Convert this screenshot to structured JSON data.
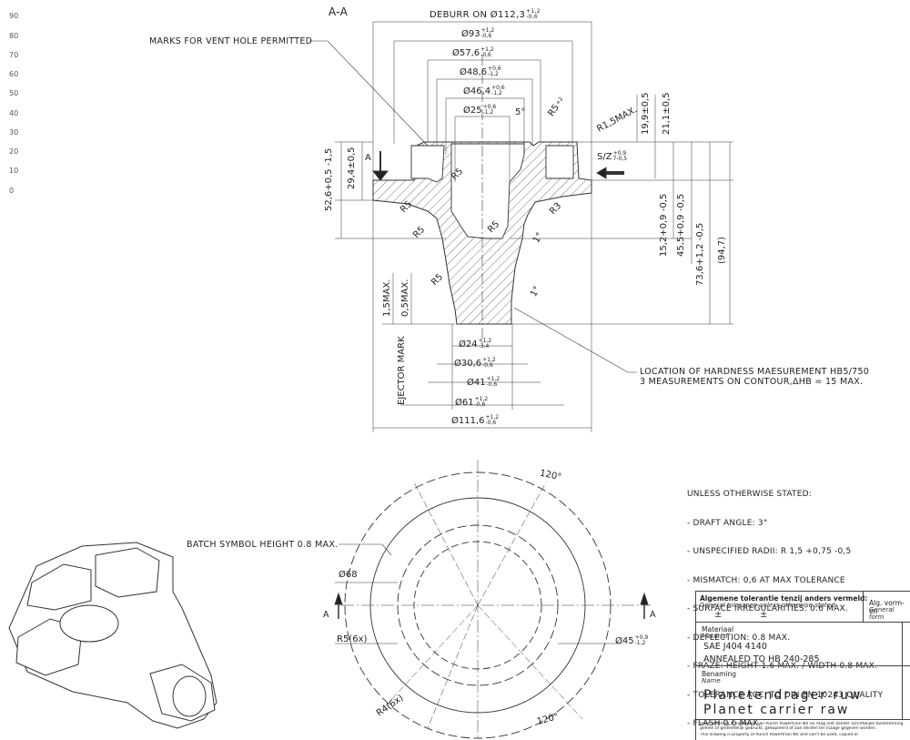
{
  "ruler": [
    "90",
    "80",
    "70",
    "60",
    "50",
    "40",
    "30",
    "20",
    "10",
    "0"
  ],
  "section": {
    "title": "A-A",
    "marker": "A",
    "marker_right": "A"
  },
  "callouts": {
    "vent_hole": "MARKS FOR VENT HOLE PERMITTED",
    "deburr": "DEBURR ON Ø112,3",
    "deburr_tol": [
      "+1,2",
      "-0,6"
    ],
    "r15max": "R1,5MAX.",
    "r5_2": "R5",
    "r5_2_sup": "+2",
    "five_deg": "5°",
    "sz": "S/Z",
    "sz_tol": [
      "+0,9",
      "7-0,5"
    ],
    "batch": "BATCH SYMBOL HEIGHT 0.8 MAX.",
    "ejector": "EJECTOR MARK",
    "hardness_1": "LOCATION OF HARDNESS MAESUREMENT HB5/750",
    "hardness_2": "3 MEASUREMENTS ON CONTOUR,ΔHB = 15 MAX."
  },
  "top_dims": [
    {
      "text": "Ø93",
      "tol": [
        "+1,2",
        "-0,6"
      ]
    },
    {
      "text": "Ø57,6",
      "tol": [
        "+1,2",
        "-0,6"
      ]
    },
    {
      "text": "Ø48,6",
      "tol": [
        "+0,6",
        "-1,2"
      ]
    },
    {
      "text": "Ø46,4",
      "tol": [
        "+0,6",
        "-1,2"
      ]
    },
    {
      "text": "Ø25",
      "tol": [
        "+0,6",
        "-1,2"
      ]
    }
  ],
  "bottom_dims": [
    {
      "text": "Ø24",
      "tol": [
        "+1,2",
        "-3,4"
      ]
    },
    {
      "text": "Ø30,6",
      "tol": [
        "+1,2",
        "-0,6"
      ]
    },
    {
      "text": "Ø41",
      "tol": [
        "+1,2",
        "-0,6"
      ]
    },
    {
      "text": "Ø61",
      "tol": [
        "+1,2",
        "-0,6"
      ]
    },
    {
      "text": "Ø111,6",
      "tol": [
        "+1,2",
        "-0,6"
      ]
    }
  ],
  "vertical_dims": {
    "v52": "52,6+0,5 -1,5",
    "v29": "29,4±0,5",
    "v19": "19,9±0,5",
    "v21": "21,1±0,5",
    "v15": "15,2+0,9 -0,5",
    "v45": "45,5+0,9 -0,5",
    "v73": "73,6+1,2 -0,5",
    "v94": "(94,7)",
    "v15max": "1,5MAX.",
    "v05max": "0,5MAX."
  },
  "radii": [
    "R5",
    "R5",
    "R5",
    "R5",
    "R3",
    "R5"
  ],
  "angles": [
    "1°",
    "1°"
  ],
  "plan": {
    "angle_top": "120°",
    "angle_bottom": "120°",
    "d68": "Ø68",
    "r5": "R5(6x)",
    "r4": "R4(6x)",
    "d45": "Ø45",
    "d45_tol": [
      "+0,9",
      "-1,2"
    ]
  },
  "notes": {
    "heading": "UNLESS OTHERWISE STATED:",
    "items": [
      "- DRAFT ANGLE: 3°",
      "- UNSPECIFIED RADII: R 1,5 +0,75 -0,5",
      "- MISMATCH: 0,6 AT MAX TOLERANCE",
      "- SURFACE IRREGULARITIES: 0.6 MAX.",
      "- DEFLECTION: 0.8 MAX.",
      "- FRAZE: HEIGHT 1.6 MAX. / WIDTH 0.8 MAX.",
      "- TOLERANCE ACC. TO DIN EN 10243 QUALITY",
      "- FLASH 0.6 MAX."
    ]
  },
  "title_block": {
    "tol_heading": "Algemene tolerantie tenzij anders vermeld:",
    "tol_heading_en": "General tolerance unless otherwise stated:",
    "pm1": "±",
    "pm2": "±",
    "alg_form": "Alg. vorm- en",
    "alg_form_en": "General form",
    "material_label": "Materiaal",
    "material_label_en": "Material",
    "material_1": "SAE J404 4140",
    "material_2": "ANNEALED TO HB 240-285",
    "name_label": "Benaming",
    "name_label_en": "Name",
    "name_nl": "Planetendrager ruw",
    "name_en": "Planet carrier raw",
    "footer_1": "Deze tekening is eigendom van Punch Powertrain NV en mag niet zonder schriftelijke toestemming geheel of gedeeltelijk gebruikt, gekopieerd of aan derden ter inzage gegeven worden.",
    "footer_2": "This drawing is property of Punch Powertrain NV and can't be used, copied or"
  }
}
